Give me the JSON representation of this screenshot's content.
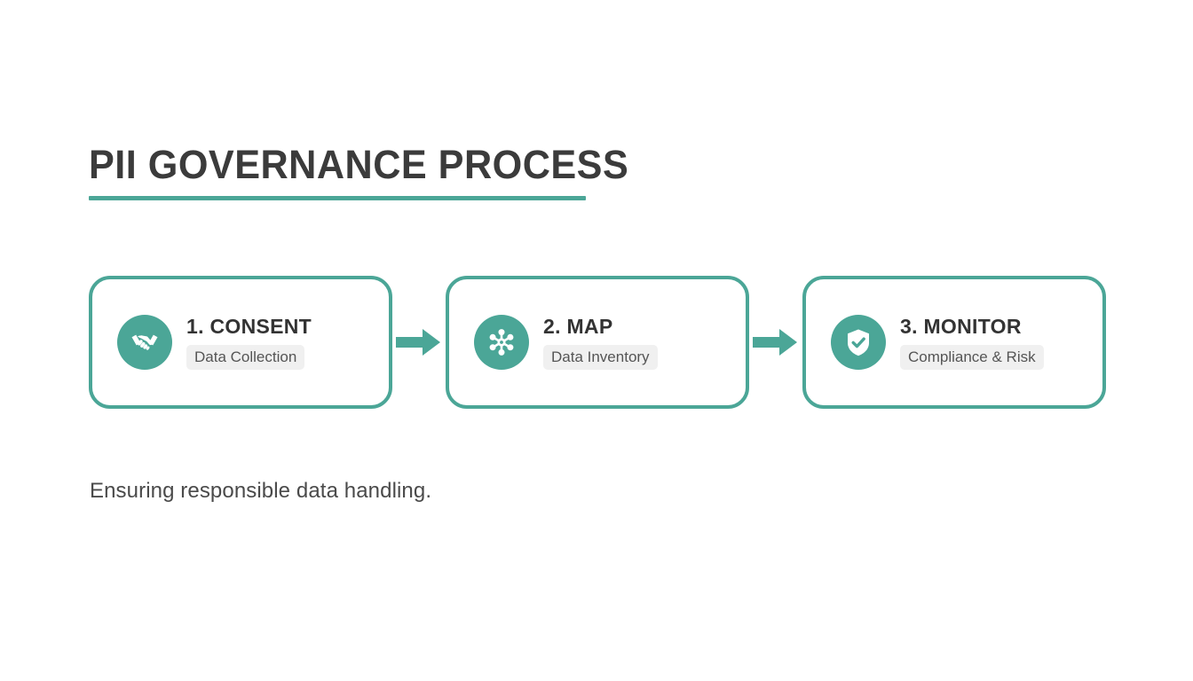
{
  "slide": {
    "title": "PII GOVERNANCE PROCESS",
    "caption": "Ensuring responsible data handling."
  },
  "theme": {
    "accent": "#4BA697",
    "title_color": "#3B3B3B",
    "heading_color": "#333333",
    "chip_bg": "#F0F0F0",
    "chip_text": "#555555",
    "background": "#FFFFFF"
  },
  "steps": [
    {
      "heading": "1. CONSENT",
      "chip": "Data Collection",
      "icon": "handshake-icon"
    },
    {
      "heading": "2. MAP",
      "chip": "Data Inventory",
      "icon": "network-nodes-icon"
    },
    {
      "heading": "3. MONITOR",
      "chip": "Compliance & Risk",
      "icon": "shield-check-icon"
    }
  ],
  "connectors": [
    {
      "name": "arrow-right-icon"
    },
    {
      "name": "arrow-right-icon"
    }
  ]
}
